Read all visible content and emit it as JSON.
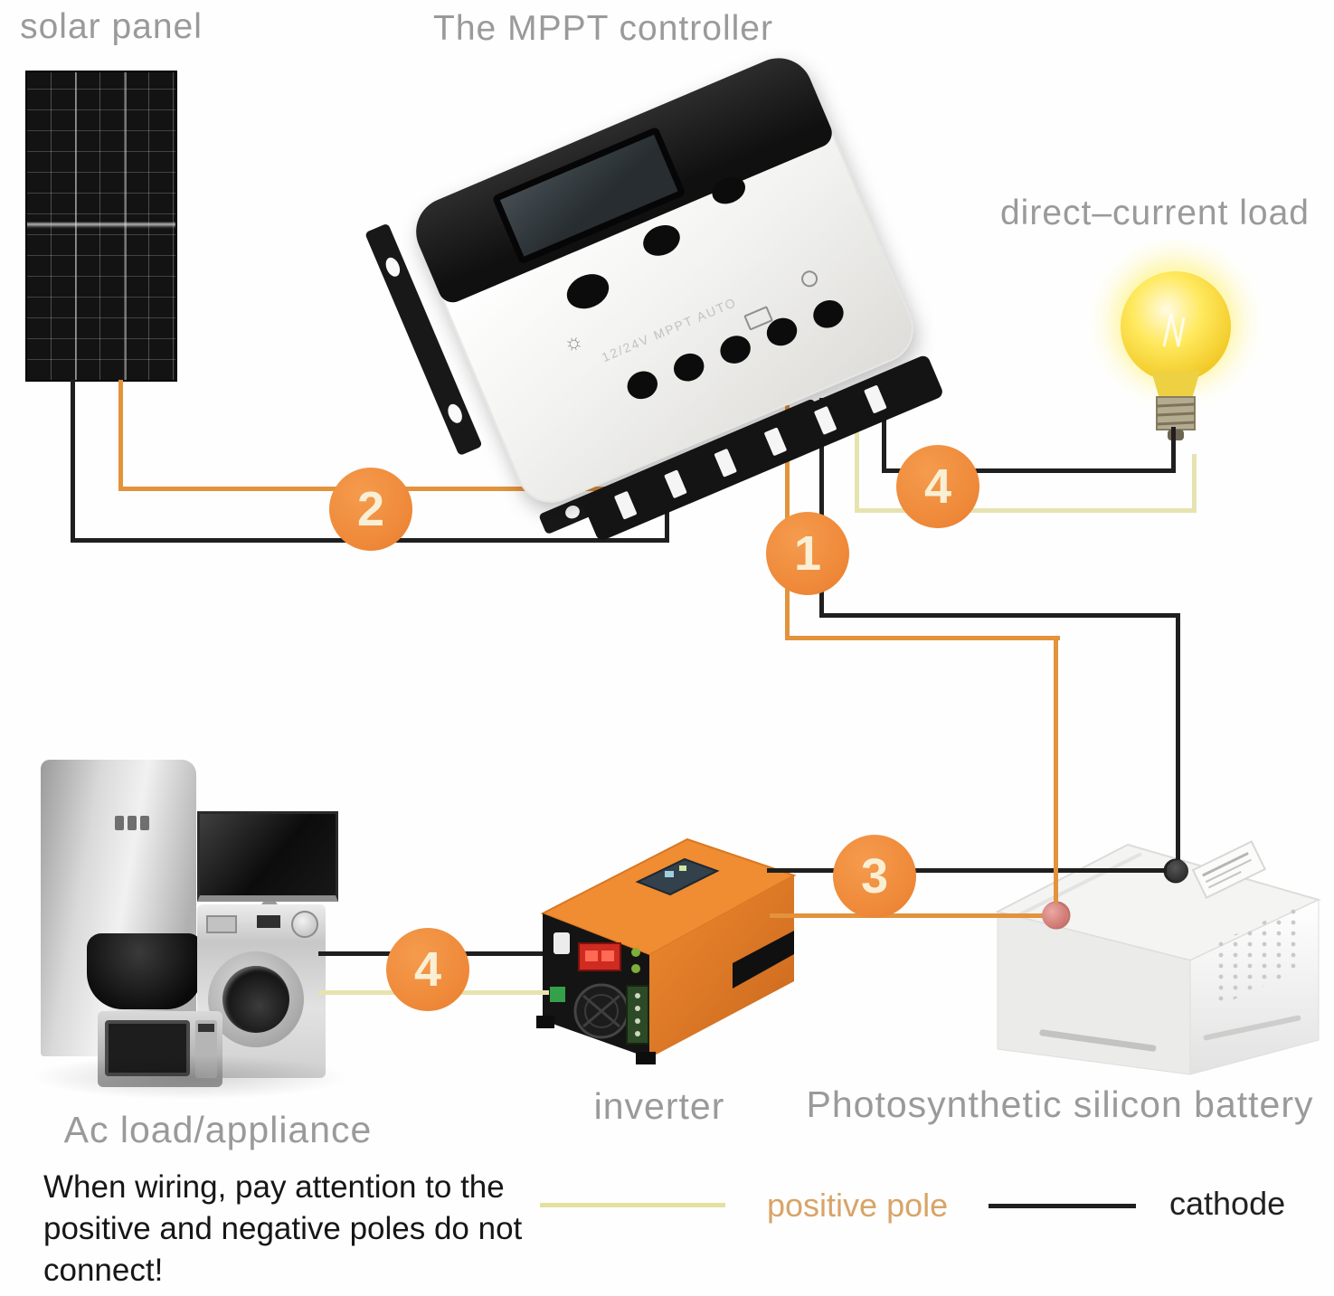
{
  "diagram": {
    "labels": {
      "solar_panel": "solar panel",
      "controller": "The MPPT controller",
      "dc_load": "direct–current load",
      "inverter": "inverter",
      "battery": "Photosynthetic silicon battery",
      "ac_load": "Ac load/appliance"
    },
    "controller_marking": "12/24V MPPT AUTO",
    "badges": {
      "panel_to_controller": "2",
      "controller_to_battery": "1",
      "controller_to_dc_load": "4",
      "inverter_to_battery": "3",
      "ac_load_to_inverter": "4"
    },
    "warning": {
      "line1": "When wiring, pay attention to the",
      "line2": "positive and negative poles do not",
      "line3": "connect!"
    },
    "legend": {
      "positive_label": "positive pole",
      "cathode_label": "cathode"
    },
    "colors": {
      "positive_wire": "#e2933c",
      "positive_pale_wire": "#e7e3af",
      "cathode_wire": "#1f1f1f",
      "badge_orange": "#ee8838",
      "label_gray": "#9a9a9a"
    }
  }
}
